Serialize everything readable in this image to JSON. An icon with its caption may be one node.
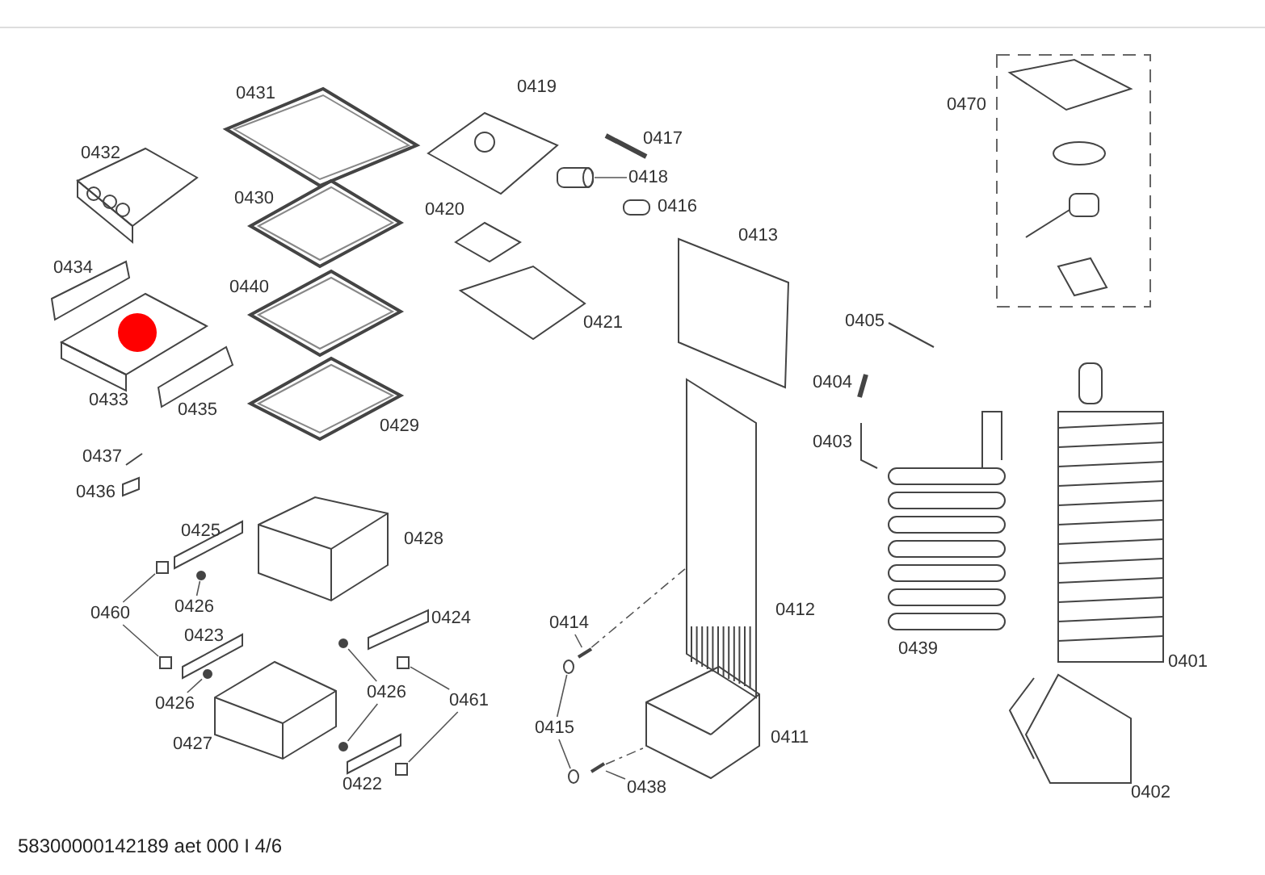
{
  "diagram": {
    "nodes": [
      {
        "text": [
          "0418"
        ]
      },
      {
        "text": [
          "0426"
        ]
      },
      {
        "text": [
          "0460"
        ]
      },
      {
        "text": [
          "0414"
        ]
      },
      {
        "text": [
          "0426"
        ]
      },
      {
        "text": [
          "0461"
        ]
      },
      {
        "text": [
          "0426"
        ]
      },
      {
        "text": [
          "0415"
        ]
      },
      {
        "text": [
          "0438"
        ]
      },
      {
        "text": [],
        "shape": "cylinder"
      },
      {
        "text": [],
        "shape": "box"
      },
      {
        "text": [],
        "shape": "circle"
      },
      {
        "text": [],
        "shape": "box"
      },
      {
        "text": [],
        "shape": "circle"
      },
      {
        "text": [],
        "shape": "circle"
      },
      {
        "text": [],
        "shape": "box"
      },
      {
        "text": [],
        "shape": "picture"
      },
      {
        "text": [],
        "shape": "circle"
      },
      {
        "text": [],
        "shape": "circle"
      },
      {
        "text": [],
        "shape": "box"
      },
      {
        "text": [],
        "shape": "picture"
      },
      {
        "text": [],
        "shape": "circle"
      },
      {
        "text": [],
        "shape": "picture"
      },
      {
        "text": [],
        "shape": "picture"
      }
    ],
    "edges": [
      {
        "from": 0,
        "to": 9,
        "arrow": "none"
      },
      {
        "from": 1,
        "to": 11,
        "arrow": "none"
      },
      {
        "from": 2,
        "to": 10,
        "arrow": "none"
      },
      {
        "from": 2,
        "to": 12,
        "arrow": "none"
      },
      {
        "from": 3,
        "to": 16,
        "arrow": "none"
      },
      {
        "from": 4,
        "to": 14,
        "arrow": "none"
      },
      {
        "from": 4,
        "to": 18,
        "arrow": "none"
      },
      {
        "from": 5,
        "to": 15,
        "arrow": "none"
      },
      {
        "from": 5,
        "to": 19,
        "arrow": "none"
      },
      {
        "from": 6,
        "to": 13,
        "arrow": "none"
      },
      {
        "from": 7,
        "to": 17,
        "arrow": "none"
      },
      {
        "from": 7,
        "to": 21,
        "arrow": "none"
      },
      {
        "from": 8,
        "to": 20,
        "arrow": "none"
      },
      {
        "from": 16,
        "to": 22,
        "arrow": "none",
        "style": "dashed"
      },
      {
        "from": 20,
        "to": 23,
        "arrow": "none",
        "style": "dashed"
      }
    ],
    "labels": [
      "0419",
      "0431",
      "0470",
      "0417",
      "0432",
      "0430",
      "0420",
      "0416",
      "0413",
      "0434",
      "0440",
      "0405",
      "0421",
      "0404",
      "0433",
      "0435",
      "0429",
      "0403",
      "0437",
      "0436",
      "0425",
      "0428",
      "0412",
      "0424",
      "0423",
      "0439",
      "0401",
      "0411",
      "0427",
      "0422",
      "0402",
      "58300000142189 aet 000 I 4/6"
    ]
  }
}
